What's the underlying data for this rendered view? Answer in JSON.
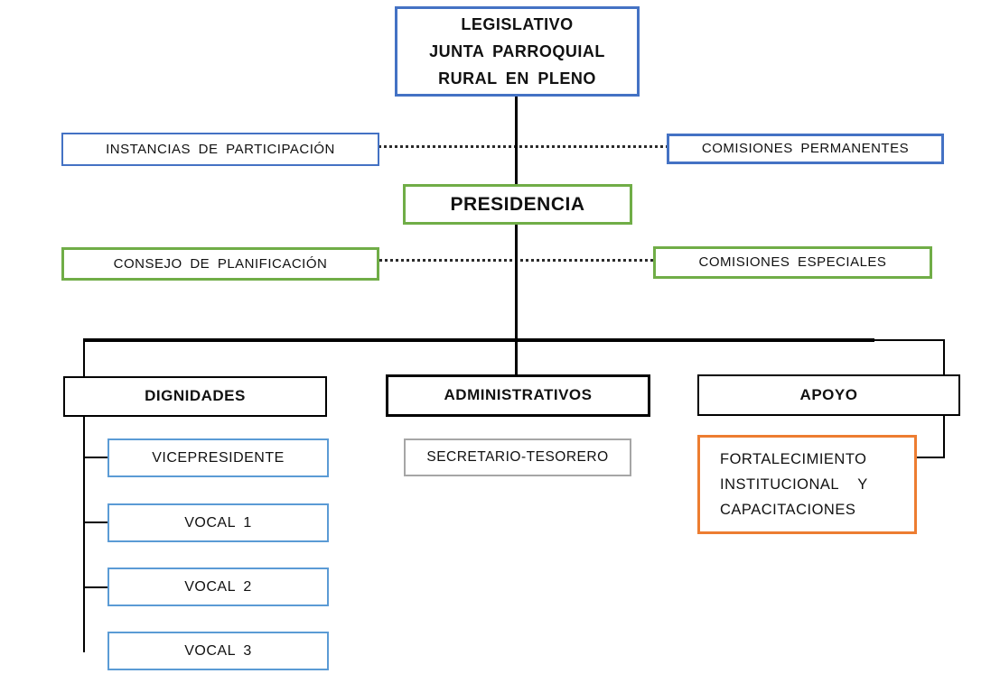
{
  "diagram_type": "organizational-chart",
  "nodes": {
    "legislativo": {
      "lines": [
        "LEGISLATIVO",
        "JUNTA PARROQUIAL",
        "RURAL EN PLENO"
      ]
    },
    "instancias_participacion": {
      "label": "INSTANCIAS DE PARTICIPACIÓN"
    },
    "comisiones_permanentes": {
      "label": "COMISIONES PERMANENTES"
    },
    "presidencia": {
      "label": "PRESIDENCIA"
    },
    "consejo_planificacion": {
      "label": "CONSEJO DE PLANIFICACIÓN"
    },
    "comisiones_especiales": {
      "label": "COMISIONES ESPECIALES"
    },
    "dignidades": {
      "label": "DIGNIDADES"
    },
    "administrativos": {
      "label": "ADMINISTRATIVOS"
    },
    "apoyo": {
      "label": "APOYO"
    },
    "vicepresidente": {
      "label": "VICEPRESIDENTE"
    },
    "vocal_1": {
      "label": "VOCAL 1"
    },
    "vocal_2": {
      "label": "VOCAL 2"
    },
    "vocal_3": {
      "label": "VOCAL 3"
    },
    "secretario_tesorero": {
      "label": "SECRETARIO-TESORERO"
    },
    "fortalecimiento": {
      "lines": [
        "FORTALECIMIENTO",
        "INSTITUCIONAL Y",
        "CAPACITACIONES"
      ]
    }
  },
  "structure": {
    "hierarchy": [
      {
        "parent": "LEGISLATIVO JUNTA PARROQUIAL RURAL EN PLENO",
        "child": "PRESIDENCIA"
      },
      {
        "parent": "PRESIDENCIA",
        "child": "DIGNIDADES"
      },
      {
        "parent": "PRESIDENCIA",
        "child": "ADMINISTRATIVOS"
      },
      {
        "parent": "PRESIDENCIA",
        "child": "APOYO"
      },
      {
        "parent": "DIGNIDADES",
        "child": "VICEPRESIDENTE"
      },
      {
        "parent": "DIGNIDADES",
        "child": "VOCAL 1"
      },
      {
        "parent": "DIGNIDADES",
        "child": "VOCAL 2"
      },
      {
        "parent": "DIGNIDADES",
        "child": "VOCAL 3"
      },
      {
        "parent": "ADMINISTRATIVOS",
        "child": "SECRETARIO-TESORERO"
      },
      {
        "parent": "APOYO",
        "child": "FORTALECIMIENTO INSTITUCIONAL Y CAPACITACIONES"
      }
    ],
    "advisory_links": [
      {
        "a": "INSTANCIAS DE PARTICIPACIÓN",
        "b": "COMISIONES PERMANENTES",
        "style": "dotted"
      },
      {
        "a": "CONSEJO DE PLANIFICACIÓN",
        "b": "COMISIONES ESPECIALES",
        "style": "dotted"
      }
    ]
  },
  "colors": {
    "blue_border": "#4472C4",
    "green_border": "#70AD47",
    "light_blue_border": "#5B9BD5",
    "gray_border": "#A6A6A6",
    "orange_border": "#ED7D31",
    "line_color": "#000000",
    "background": "#FFFFFF"
  }
}
